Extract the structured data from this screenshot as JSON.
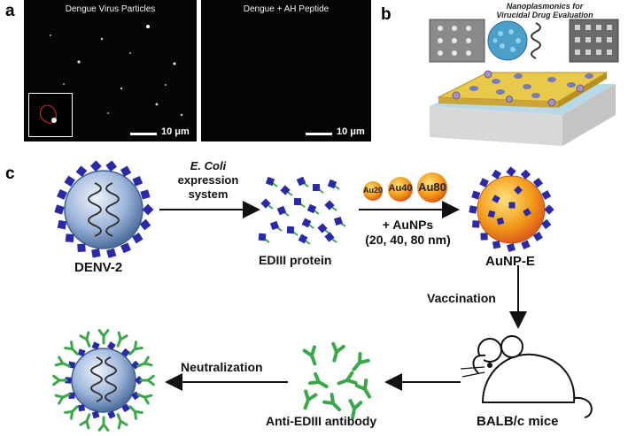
{
  "panel_a": {
    "letter": "a",
    "left_title": "Dengue Virus Particles",
    "right_title": "Dengue + AH Peptide",
    "scale_label_left": "10 μm",
    "scale_label_right": "10 μm"
  },
  "panel_b": {
    "letter": "b",
    "title_line1": "Nanoplasmonics for",
    "title_line2": "Virucidal Drug Evaluation"
  },
  "panel_c": {
    "letter": "c",
    "virus_label": "DENV-2",
    "step1_italic": "E. Coli",
    "step1_line2": "expression",
    "step1_line3": "system",
    "protein_label": "EDIII protein",
    "np_labels": [
      "Au20",
      "Au40",
      "Au80"
    ],
    "step2_line1": "+ AuNPs",
    "step2_line2": "(20, 40, 80 nm)",
    "aunp_label": "AuNP-E",
    "step3": "Vaccination",
    "mouse_label": "BALB/c mice",
    "antibody_label": "Anti-EDIII antibody",
    "step4": "Neutralization"
  },
  "colors": {
    "virus_blue": "#7f9fc8",
    "epitope": "#2a2aa8",
    "antibody": "#3aa84a",
    "gold": "#e8a020",
    "gold_plate": "#e8c94a"
  }
}
